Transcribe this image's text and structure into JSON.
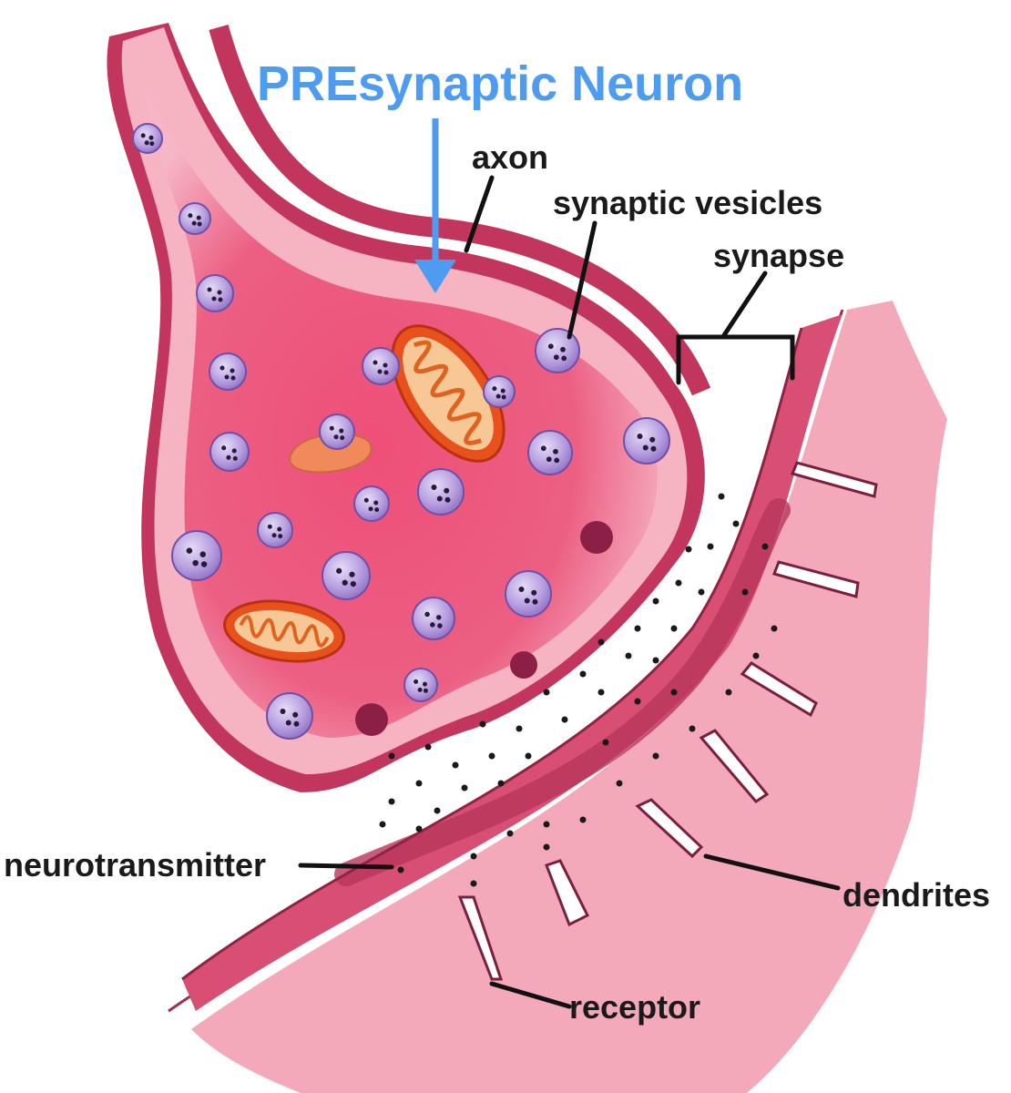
{
  "title": "PREsynaptic Neuron",
  "labels": {
    "axon": "axon",
    "synaptic_vesicles": "synaptic vesicles",
    "synapse": "synapse",
    "neurotransmitter": "neurotransmitter",
    "dendrites": "dendrites",
    "receptor": "receptor"
  },
  "colors": {
    "title_blue": "#4d9cf0",
    "membrane_dark": "#c2365e",
    "membrane_mid": "#e2607f",
    "cytoplasm": "#ea5378",
    "cytoplasm_light": "#f7b3c2",
    "vesicle": "#a98cd6",
    "mitochondrion": "#e8501c",
    "dendrite": "#f4a9bb"
  }
}
